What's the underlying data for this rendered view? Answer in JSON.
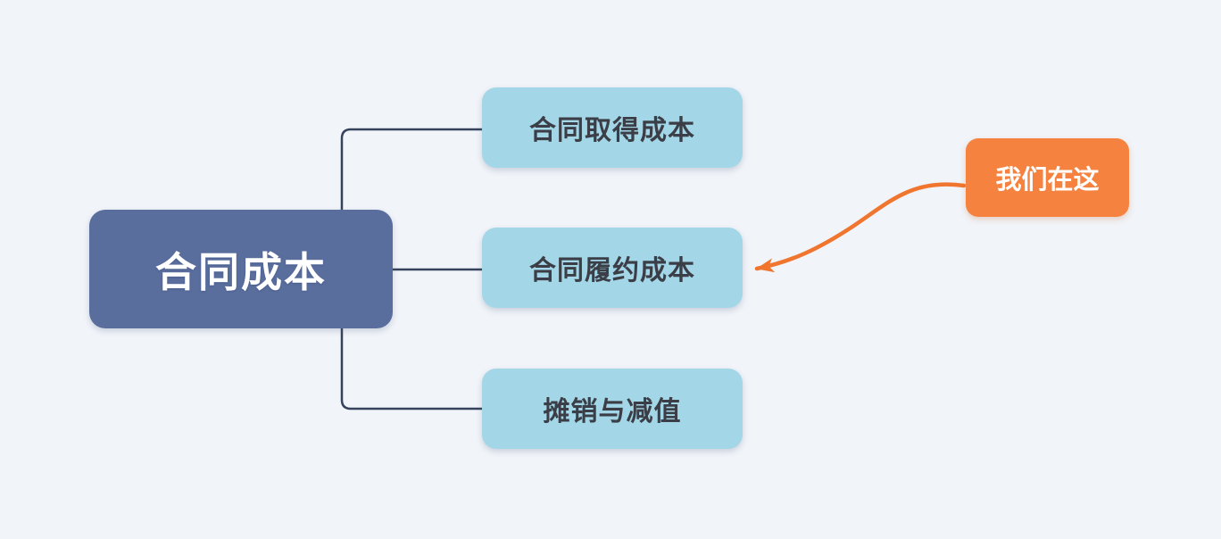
{
  "app": {
    "background_color": "#f1f4f9",
    "description": "mind map of contract cost"
  },
  "mindmap": {
    "root": {
      "label": "合同成本",
      "fill": "#5a6e9e",
      "text_color": "#ffffff"
    },
    "children": [
      {
        "label": "合同取得成本"
      },
      {
        "label": "合同履约成本"
      },
      {
        "label": "摊销与减值"
      }
    ],
    "child_fill": "#a3d7e8",
    "child_text_color": "#3b3e46",
    "connector_color": "#36435c"
  },
  "callout": {
    "label": "我们在这",
    "fill": "#f5823e",
    "text_color": "#ffffff",
    "arrow_color": "#f0762f"
  }
}
